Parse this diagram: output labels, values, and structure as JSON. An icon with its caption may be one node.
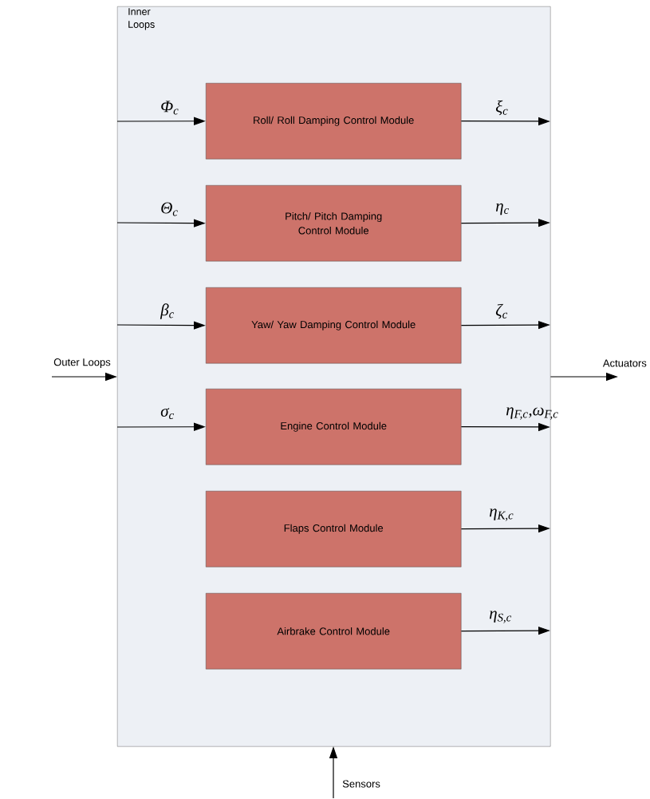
{
  "diagram": {
    "nodes": [
      {
        "text": [
          "Inner Loops"
        ]
      },
      {
        "text": [
          "Roll/ Roll Damping Control Module"
        ],
        "in": 0
      },
      {
        "text": [
          "Pitch/ Pitch Damping Control Module"
        ],
        "in": 0
      },
      {
        "text": [
          "Yaw/ Yaw Damping Control Module"
        ],
        "in": 0
      },
      {
        "text": [
          "Engine Control Module"
        ],
        "in": 0
      },
      {
        "text": [
          "Flaps Control Module"
        ],
        "in": 0
      },
      {
        "text": [
          "Airbrake Control Module"
        ],
        "in": 0
      }
    ],
    "edges": [
      {
        "from": null,
        "to": 1,
        "arrow": "to",
        "label": "Φ$_{c}$"
      },
      {
        "from": 1,
        "to": null,
        "arrow": "to",
        "label": "ξ$_{c}$"
      },
      {
        "from": null,
        "to": 2,
        "arrow": "to",
        "label": "Θ$_{c}$"
      },
      {
        "from": 2,
        "to": null,
        "arrow": "to",
        "label": "η$_{c}$"
      },
      {
        "from": null,
        "to": 3,
        "arrow": "to",
        "label": "β$_{c}$"
      },
      {
        "from": 3,
        "to": null,
        "arrow": "to",
        "label": "ζ$_{c}$"
      },
      {
        "from": null,
        "to": 4,
        "arrow": "to",
        "label": "σ$_{c}$"
      },
      {
        "from": 4,
        "to": null,
        "arrow": "to",
        "label": "η$_{F,c}$,ω$_{F,c}$"
      },
      {
        "from": 5,
        "to": null,
        "arrow": "to",
        "label": "η$_{K,c}$"
      },
      {
        "from": 6,
        "to": null,
        "arrow": "to",
        "label": "η$_{S,c}$"
      },
      {
        "from": null,
        "to": 0,
        "arrow": "to",
        "label": "Outer Loops"
      },
      {
        "from": 0,
        "to": null,
        "arrow": "to",
        "label": "Actuators"
      },
      {
        "from": null,
        "to": 0,
        "arrow": "to",
        "label": "Sensors"
      }
    ]
  }
}
